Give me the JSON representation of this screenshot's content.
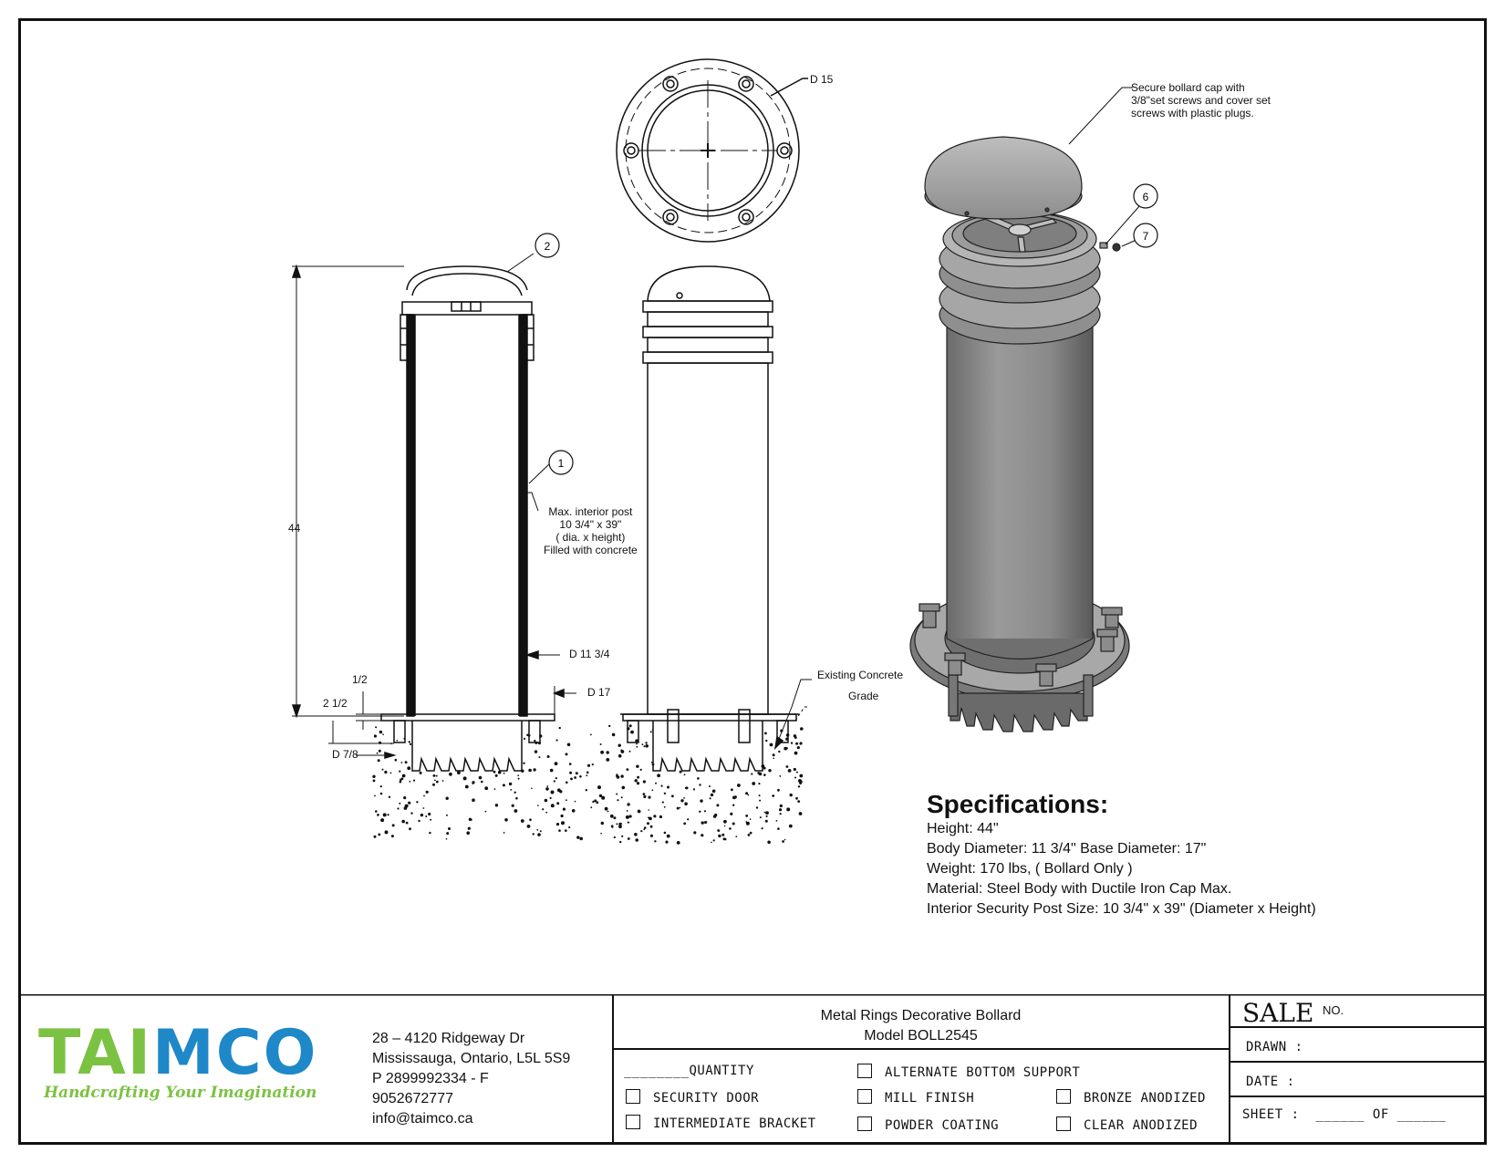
{
  "drawing": {
    "callouts": {
      "c1": "1",
      "c2": "2",
      "c6": "6",
      "c7": "7"
    },
    "dims": {
      "height": "44",
      "d15": "D 15",
      "d11": "D 11 3/4",
      "d17": "D 17",
      "half": "1/2",
      "two_half": "2 1/2",
      "d78": "D 7/8"
    },
    "notes": {
      "post": [
        "Max. interior post",
        "10 3/4\" x 39\"",
        "( dia. x height)",
        "Filled with concrete"
      ],
      "cap": [
        "Secure bollard cap with",
        "3/8\"set screws and cover set",
        "screws with plastic plugs."
      ],
      "grade": [
        "Existing Concrete",
        "Grade"
      ]
    }
  },
  "specifications": {
    "title": "Specifications:",
    "lines": [
      "Height: 44\"",
      "Body Diameter: 11 3/4\"  Base Diameter: 17\"",
      "Weight: 170 lbs, ( Bollard Only )",
      "Material: Steel Body with Ductile Iron Cap  Max.",
      "Interior Security Post Size: 10 3/4\" x 39\" (Diameter x Height)"
    ]
  },
  "title_block": {
    "logo": {
      "word": "TAIMCO",
      "tagline": "Handcrafting Your Imagination",
      "green": "#7cc242",
      "blue": "#1e88c8"
    },
    "address": [
      "28 – 4120 Ridgeway Dr",
      "Mississauga, Ontario, L5L 5S9",
      "P 2899992334 - F",
      "9052672777",
      "info@taimco.ca"
    ],
    "product_title": "Metal Rings Decorative Bollard",
    "model": "Model BOLL2545",
    "quantity_blank": "________",
    "quantity_label": "QUANTITY",
    "options": {
      "security_door": "SECURITY DOOR",
      "intermediate_bracket": "INTERMEDIATE BRACKET",
      "alternate_bottom": "ALTERNATE BOTTOM SUPPORT",
      "mill_finish": "MILL FINISH",
      "powder_coating": "POWDER COATING",
      "bronze_anodized": "BRONZE ANODIZED",
      "clear_anodized": "CLEAR ANODIZED"
    },
    "sale": "SALE",
    "no": "NO.",
    "drawn": "DRAWN :",
    "date": "DATE :",
    "sheet": "SHEET :",
    "of": "OF",
    "blank": "______"
  }
}
